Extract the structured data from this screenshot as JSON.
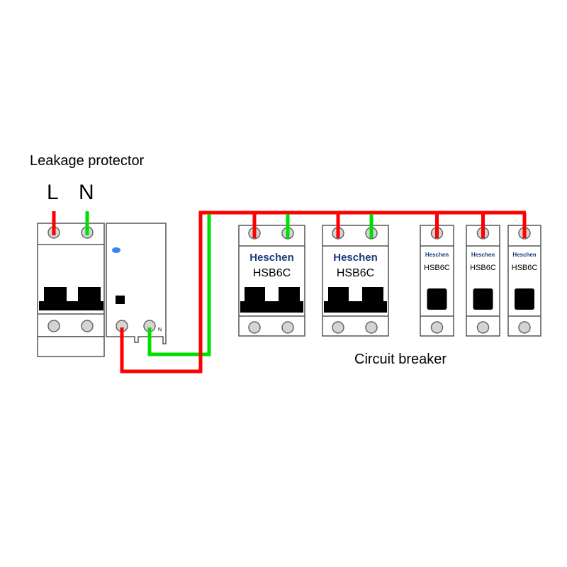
{
  "title": "Leakage protector",
  "line_label": "L",
  "neutral_label": "N",
  "terminal_n_mark": "N",
  "section_label": "Circuit breaker",
  "breakers": [
    {
      "brand": "Heschen",
      "model": "HSB6C",
      "poles": 2
    },
    {
      "brand": "Heschen",
      "model": "HSB6C",
      "poles": 2
    },
    {
      "brand": "Heschen",
      "model": "HSB6C",
      "poles": 1
    },
    {
      "brand": "Heschen",
      "model": "HSB6C",
      "poles": 1
    },
    {
      "brand": "Heschen",
      "model": "HSB6C",
      "poles": 1
    }
  ],
  "colors": {
    "live": "#ff0000",
    "neutral": "#00e000",
    "brand": "#1a3a7a",
    "indicator": "#3a86f0"
  }
}
